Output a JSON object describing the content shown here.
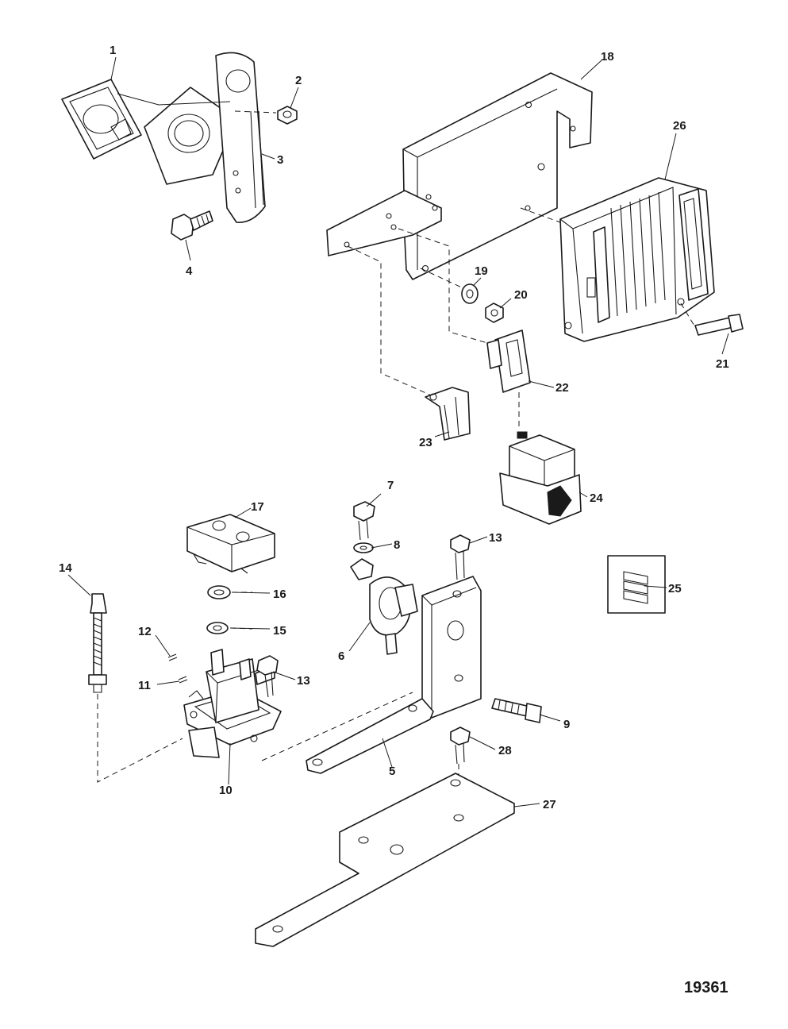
{
  "figure_number": "19361",
  "callouts": {
    "c1": "1",
    "c2": "2",
    "c3": "3",
    "c4": "4",
    "c5": "5",
    "c6": "6",
    "c7": "7",
    "c8": "8",
    "c9": "9",
    "c10": "10",
    "c11": "11",
    "c12": "12",
    "c13a": "13",
    "c13b": "13",
    "c14": "14",
    "c15": "15",
    "c16": "16",
    "c17": "17",
    "c18": "18",
    "c19": "19",
    "c20": "20",
    "c21": "21",
    "c22": "22",
    "c23": "23",
    "c24": "24",
    "c25": "25",
    "c26": "26",
    "c27": "27",
    "c28": "28"
  }
}
